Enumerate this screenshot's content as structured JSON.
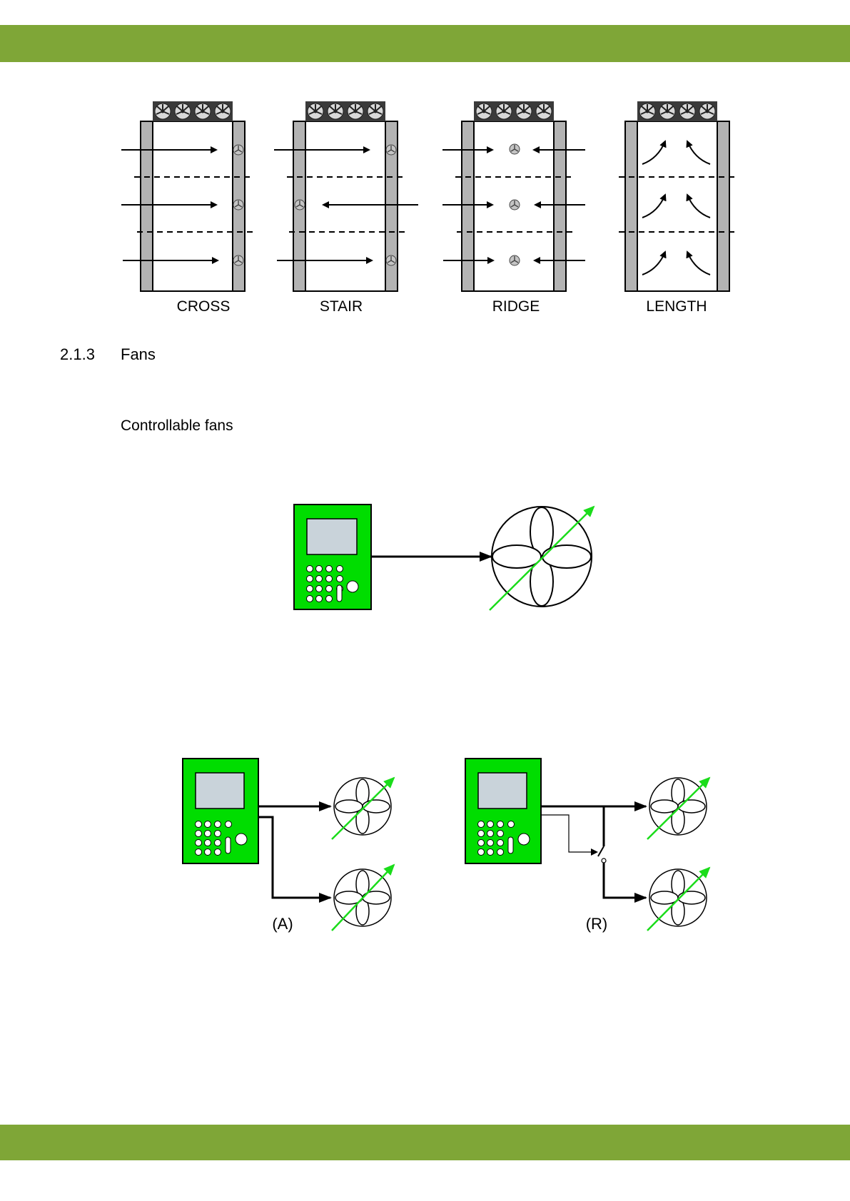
{
  "colors": {
    "band": "#7fa637",
    "controller": "#00dd00",
    "accent": "#1adc1a",
    "wall": "#b3b3b3",
    "screen": "#c9d3da"
  },
  "ventilation_types": [
    {
      "label": "CROSS"
    },
    {
      "label": "STAIR"
    },
    {
      "label": "RIDGE"
    },
    {
      "label": "LENGTH"
    }
  ],
  "section": {
    "number": "2.1.3",
    "title": "Fans"
  },
  "subsection": {
    "title": "Controllable fans"
  },
  "fan_diagrams": {
    "label_a": "(A)",
    "label_r": "(R)"
  }
}
